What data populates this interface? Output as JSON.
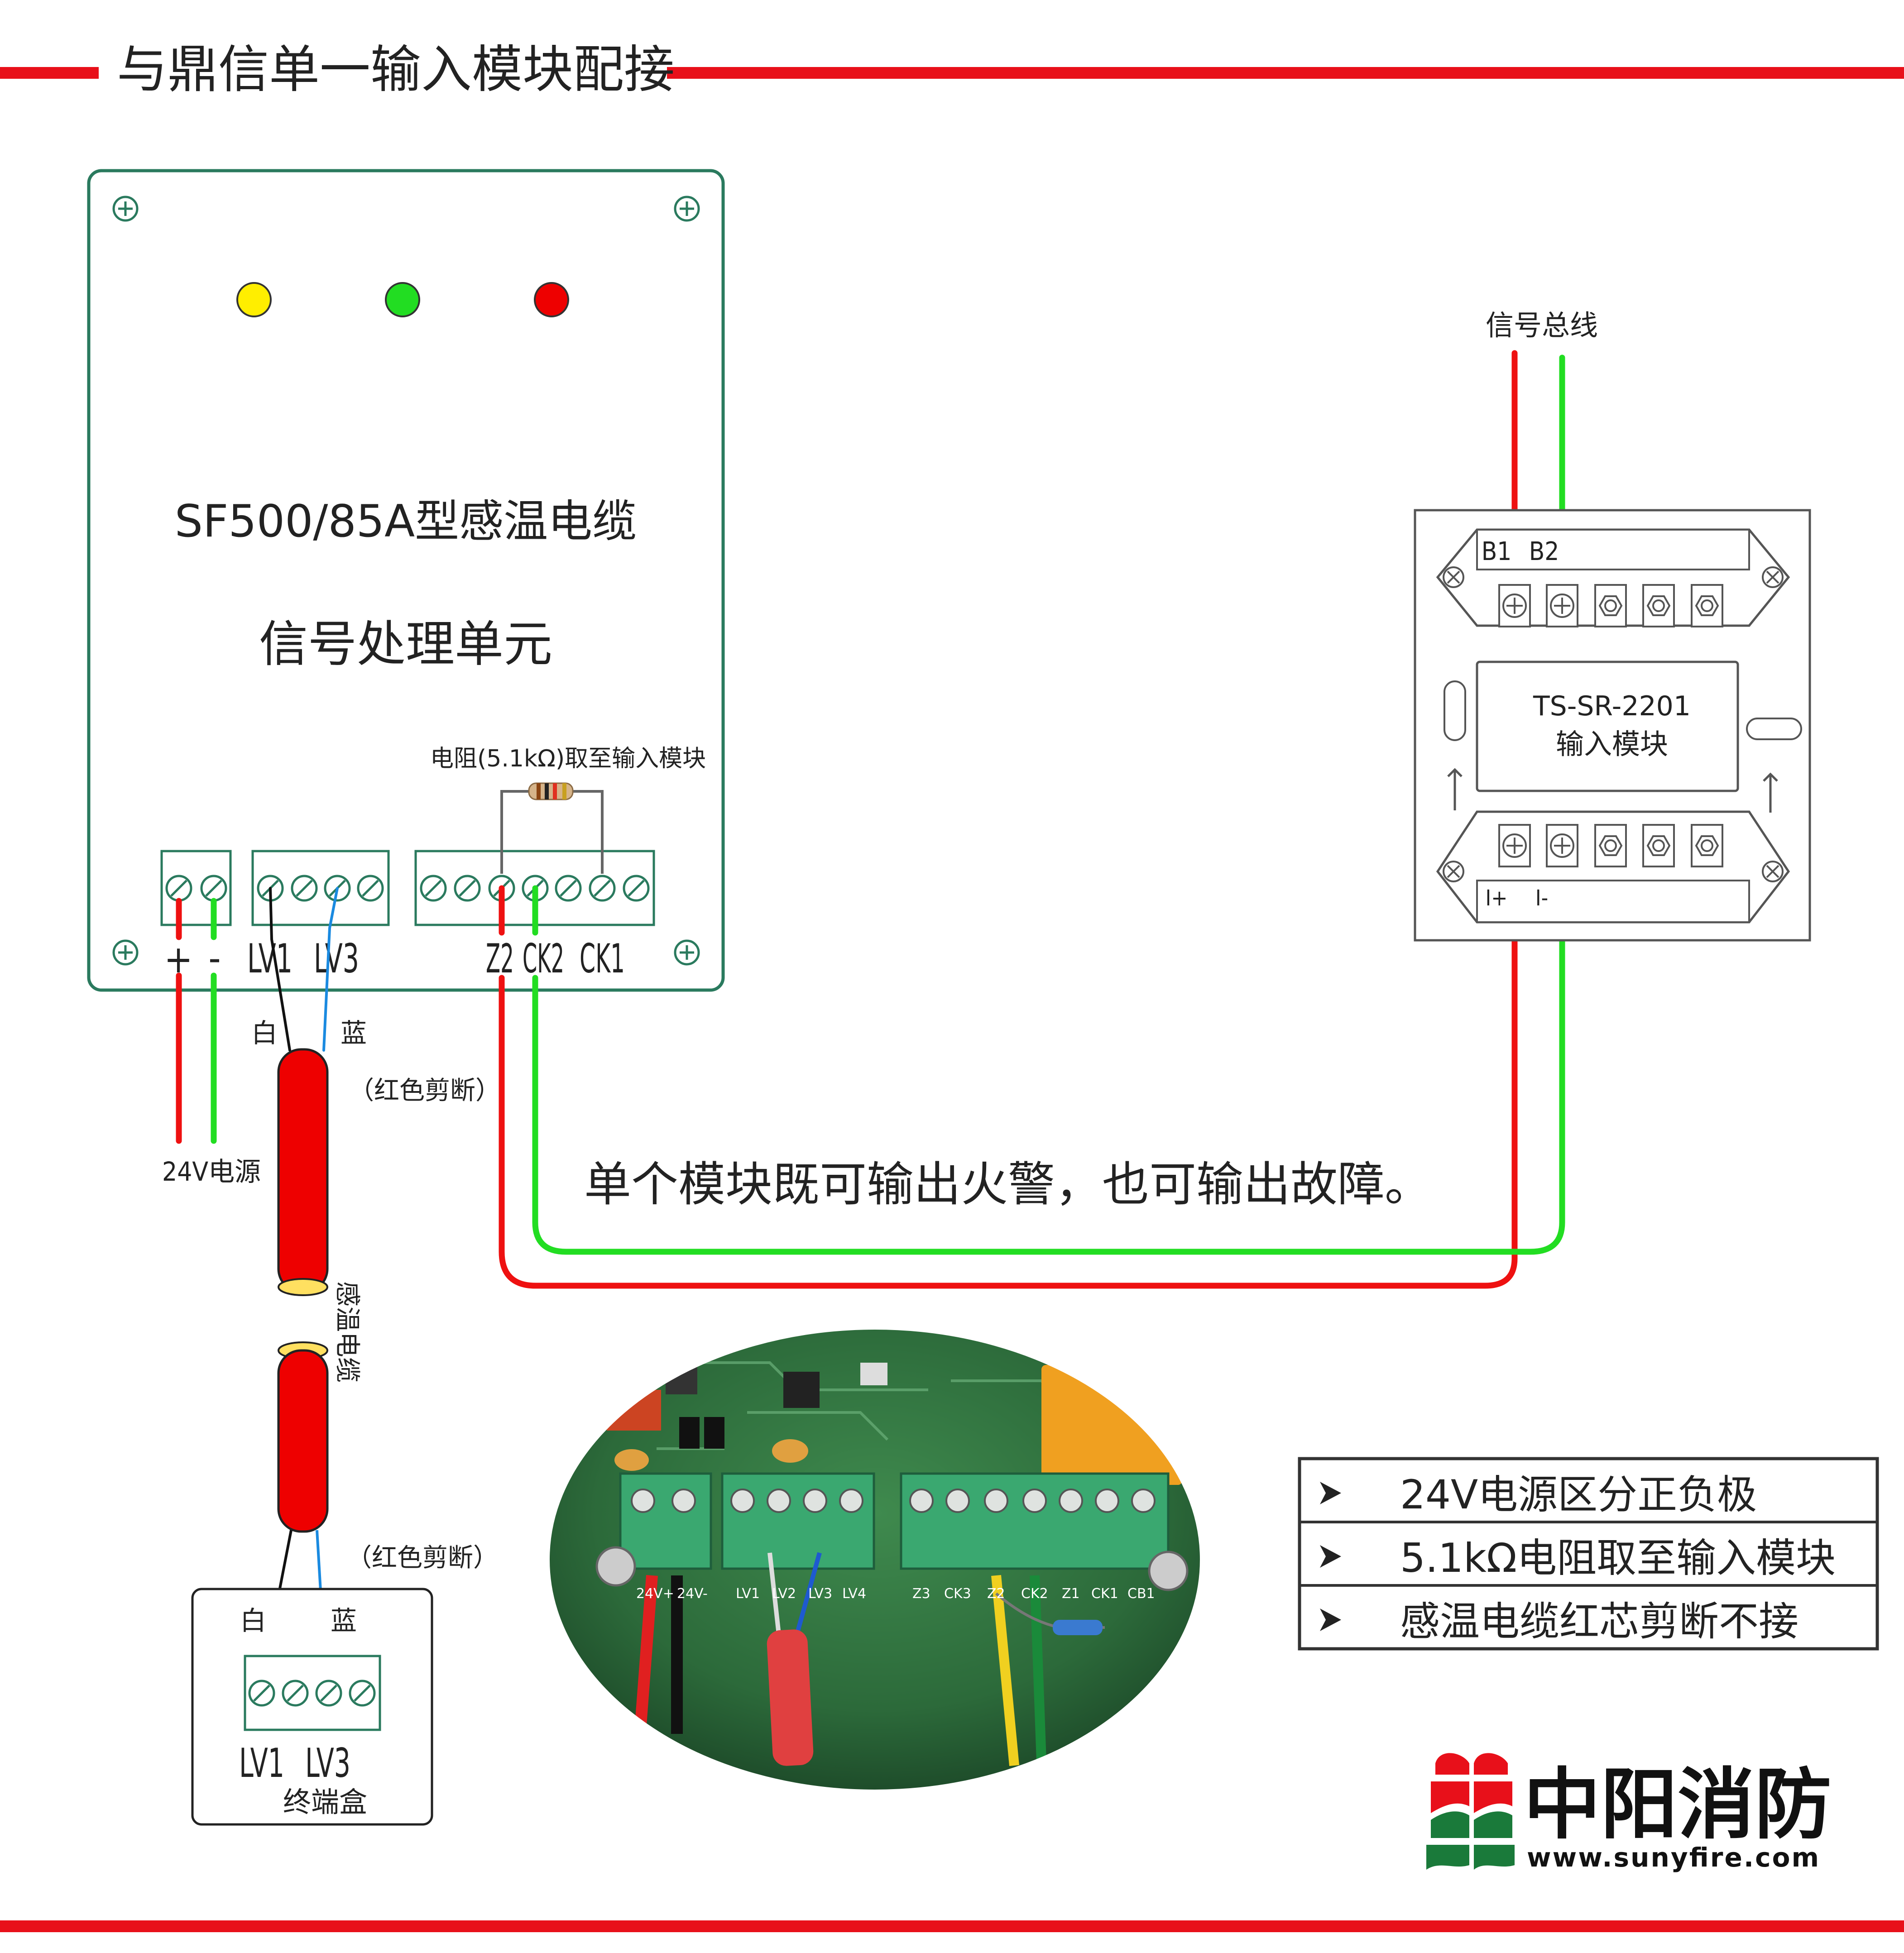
{
  "header": {
    "title": "与鼎信单一输入模块配接"
  },
  "processing_unit": {
    "title_line1": "SF500/85A型感温电缆",
    "title_line2": "信号处理单元",
    "resistor_label": "电阻(5.1kΩ)取至输入模块",
    "terminal_labels": {
      "plus": "+",
      "minus": "-",
      "lv1": "LV1",
      "lv3": "LV3",
      "z2": "Z2",
      "ck2": "CK2",
      "ck1": "CK1"
    },
    "leds": [
      {
        "name": "yellow",
        "color": "#ffee00"
      },
      {
        "name": "green",
        "color": "#22dd22"
      },
      {
        "name": "red",
        "color": "#ee0000"
      }
    ]
  },
  "power": {
    "label": "24V电源"
  },
  "cable": {
    "white_label": "白",
    "blue_label": "蓝",
    "cut_note": "（红色剪断）",
    "cut_note_lower": "（红色剪断）",
    "name": "感温电缆"
  },
  "terminal_box": {
    "white_label": "白",
    "blue_label": "蓝",
    "lv1": "LV1",
    "lv3": "LV3",
    "name": "终端盒"
  },
  "input_module": {
    "bus_label": "信号总线",
    "b1": "B1",
    "b2": "B2",
    "model": "TS-SR-2201",
    "name": "输入模块",
    "i_plus": "I+",
    "i_minus": "I-"
  },
  "note": "单个模块既可输出火警，也可输出故障。",
  "photo": {
    "labels": [
      "24V+",
      "24V-",
      "LV1",
      "LV2",
      "LV3",
      "LV4",
      "Z3",
      "CK3",
      "Z2",
      "CK2",
      "Z1",
      "CK1",
      "CB1"
    ]
  },
  "bullets": [
    "24V电源区分正负极",
    "5.1kΩ电阻取至输入模块",
    "感温电缆红芯剪断不接"
  ],
  "logo": {
    "name": "中阳消防",
    "url": "www.sunyfire.com"
  },
  "colors": {
    "accent_red": "#e8101a",
    "wire_red": "#ee1111",
    "wire_green": "#22dd22",
    "wire_blue": "#1a8ae0",
    "board_border": "#2a7a5e",
    "cable_red": "#ee0000",
    "logo_green": "#1a7a3a"
  }
}
